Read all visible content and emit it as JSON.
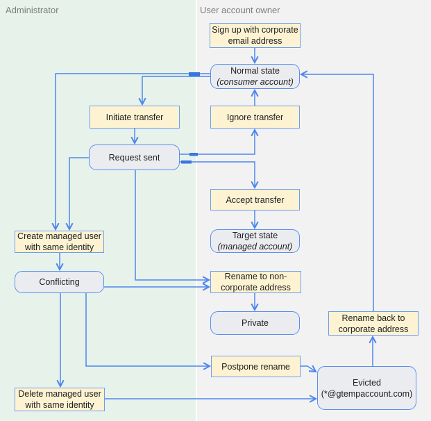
{
  "regions": {
    "administrator": {
      "label": "Administrator"
    },
    "user_account_owner": {
      "label": "User account owner"
    }
  },
  "nodes": {
    "signup": {
      "line1": "Sign up with corporate",
      "line2": "email address",
      "type": "action"
    },
    "normal_state": {
      "line1": "Normal state",
      "line2": "(consumer account)",
      "type": "state"
    },
    "initiate_transfer": {
      "line1": "Initiate transfer",
      "type": "action"
    },
    "ignore_transfer": {
      "line1": "Ignore transfer",
      "type": "action"
    },
    "request_sent": {
      "line1": "Request sent",
      "type": "state"
    },
    "accept_transfer": {
      "line1": "Accept transfer",
      "type": "action"
    },
    "target_state": {
      "line1": "Target state",
      "line2": "(managed account)",
      "type": "state"
    },
    "create_managed_user": {
      "line1": "Create managed user",
      "line2": "with same identity",
      "type": "action"
    },
    "conflicting": {
      "line1": "Conflicting",
      "type": "state"
    },
    "rename_non_corporate": {
      "line1": "Rename to non-",
      "line2": "corporate address",
      "type": "action"
    },
    "private": {
      "line1": "Private",
      "type": "state"
    },
    "rename_back": {
      "line1": "Rename back to",
      "line2": "corporate address",
      "type": "action"
    },
    "postpone_rename": {
      "line1": "Postpone rename",
      "type": "action"
    },
    "evicted": {
      "line1": "Evicted",
      "line2": "(*@gtempaccount.com)",
      "type": "state"
    },
    "delete_managed_user": {
      "line1": "Delete managed user",
      "line2": "with same identity",
      "type": "action"
    }
  },
  "edges": [
    {
      "from": "signup",
      "to": "normal_state"
    },
    {
      "from": "normal_state",
      "to": "create_managed_user"
    },
    {
      "from": "normal_state",
      "to": "initiate_transfer"
    },
    {
      "from": "initiate_transfer",
      "to": "request_sent"
    },
    {
      "from": "request_sent",
      "to": "ignore_transfer"
    },
    {
      "from": "ignore_transfer",
      "to": "normal_state"
    },
    {
      "from": "request_sent",
      "to": "accept_transfer"
    },
    {
      "from": "accept_transfer",
      "to": "target_state"
    },
    {
      "from": "request_sent",
      "to": "create_managed_user"
    },
    {
      "from": "request_sent",
      "to": "rename_non_corporate"
    },
    {
      "from": "create_managed_user",
      "to": "conflicting"
    },
    {
      "from": "conflicting",
      "to": "rename_non_corporate"
    },
    {
      "from": "conflicting",
      "to": "delete_managed_user"
    },
    {
      "from": "conflicting",
      "to": "postpone_rename"
    },
    {
      "from": "rename_non_corporate",
      "to": "private"
    },
    {
      "from": "postpone_rename",
      "to": "evicted"
    },
    {
      "from": "delete_managed_user",
      "to": "evicted"
    },
    {
      "from": "evicted",
      "to": "rename_back"
    },
    {
      "from": "rename_back",
      "to": "normal_state"
    }
  ],
  "colors": {
    "admin_region_bg": "#e7f3ea",
    "owner_region_bg": "#f2f2f3",
    "action_fill": "#fdf3d2",
    "state_fill": "#eaecf0",
    "node_border": "#6397f0",
    "arrow": "#4d86ee",
    "region_label": "#7e7e7e",
    "text": "#212121"
  }
}
